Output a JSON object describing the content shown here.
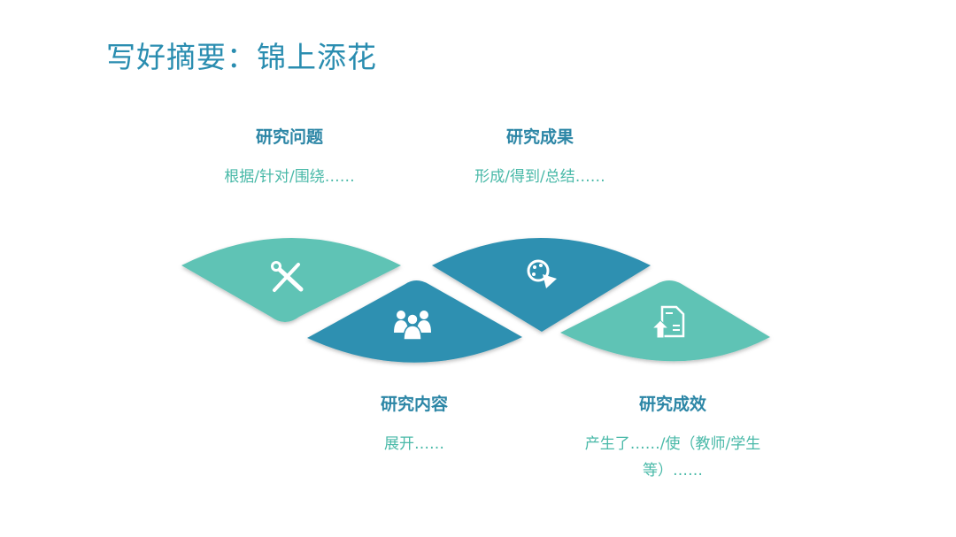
{
  "title": "写好摘要：锦上添花",
  "colors": {
    "teal": "#5fc3b5",
    "blue": "#2f90b1",
    "title": "#2a8db0"
  },
  "items": [
    {
      "heading": "研究问题",
      "text": "根据/针对/围绕……",
      "icon": "tools-icon"
    },
    {
      "heading": "研究内容",
      "text": "展开……",
      "icon": "group-icon"
    },
    {
      "heading": "研究成果",
      "text": "形成/得到/总结……",
      "icon": "pizza-icon"
    },
    {
      "heading": "研究成效",
      "text": "产生了……/使（教师/学生等）……",
      "icon": "document-upload-icon"
    }
  ]
}
